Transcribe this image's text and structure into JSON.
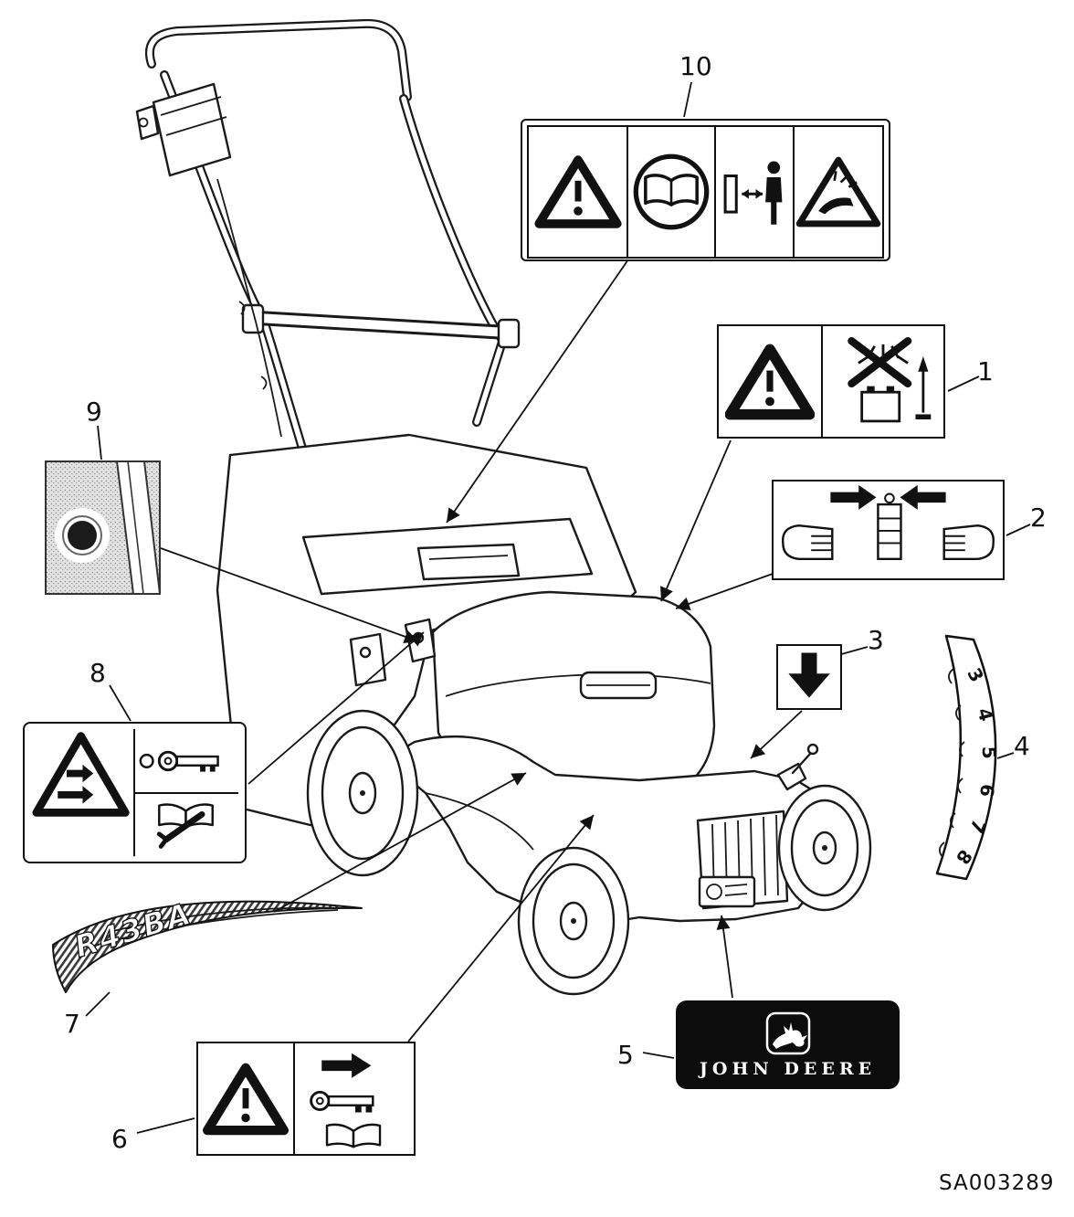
{
  "figure": {
    "reference_code": "SA003289",
    "subject": "walk-behind mower safety decal locations"
  },
  "callouts": {
    "n1": "1",
    "n2": "2",
    "n3": "3",
    "n4": "4",
    "n5": "5",
    "n6": "6",
    "n7": "7",
    "n8": "8",
    "n9": "9",
    "n10": "10"
  },
  "decals": {
    "brand": {
      "wordmark": "JOHN DEERE"
    },
    "model": {
      "text": "R43BA"
    },
    "height_scale": {
      "numbers": [
        "3",
        "4",
        "5",
        "6",
        "7",
        "8"
      ]
    }
  },
  "icons": {
    "warning": "triangle-exclamation",
    "read_manual": "open-book-in-circle",
    "keep_bystanders_away": "person-distance-arrow",
    "thrown_objects": "blade-hazard-triangle",
    "no_sparks_battery": "battery-no-spark-cross",
    "press_both_sides": "hands-press-inward",
    "down_arrow": "solid-arrow-down",
    "ignition_key": "key",
    "service_manual": "open-book-wrench",
    "crush_hazard": "shear-point-arrows"
  }
}
